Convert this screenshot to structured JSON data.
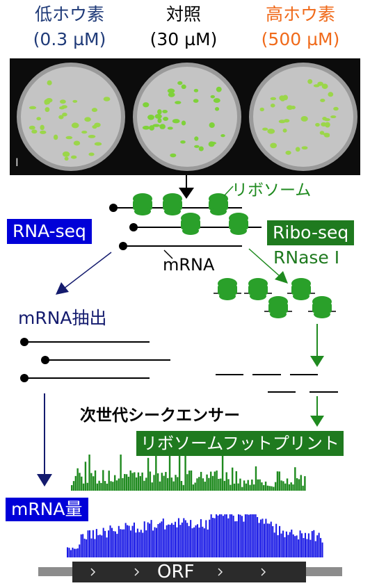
{
  "conditions": [
    {
      "name": "低ホウ素",
      "conc": "(0.3 µM)",
      "color": "#1f3a78"
    },
    {
      "name": "対照",
      "conc": "(30 µM)",
      "color": "#000000"
    },
    {
      "name": "高ホウ素",
      "conc": "(500 µM)",
      "color": "#f06a1a"
    }
  ],
  "photo_mark": "I",
  "labels": {
    "ribosome": "リボソーム",
    "rna_seq": "RNA-seq",
    "ribo_seq": "Ribo-seq",
    "mrna": "mRNA",
    "rnase": "RNase I",
    "mrna_extract": "mRNA抽出",
    "ngs": "次世代シークエンサー",
    "footprint": "リボソームフットプリント",
    "mrna_amount": "mRNA量",
    "orf": "ORF"
  },
  "colors": {
    "green": "#1f8a1f",
    "ribosome": "#2aa02a",
    "blue": "#1a1ae6",
    "navy": "#141b6e",
    "dark_blue_label": "#0000d8",
    "orf_box": "#2b2b2b",
    "orf_line": "#8c8c8c"
  }
}
